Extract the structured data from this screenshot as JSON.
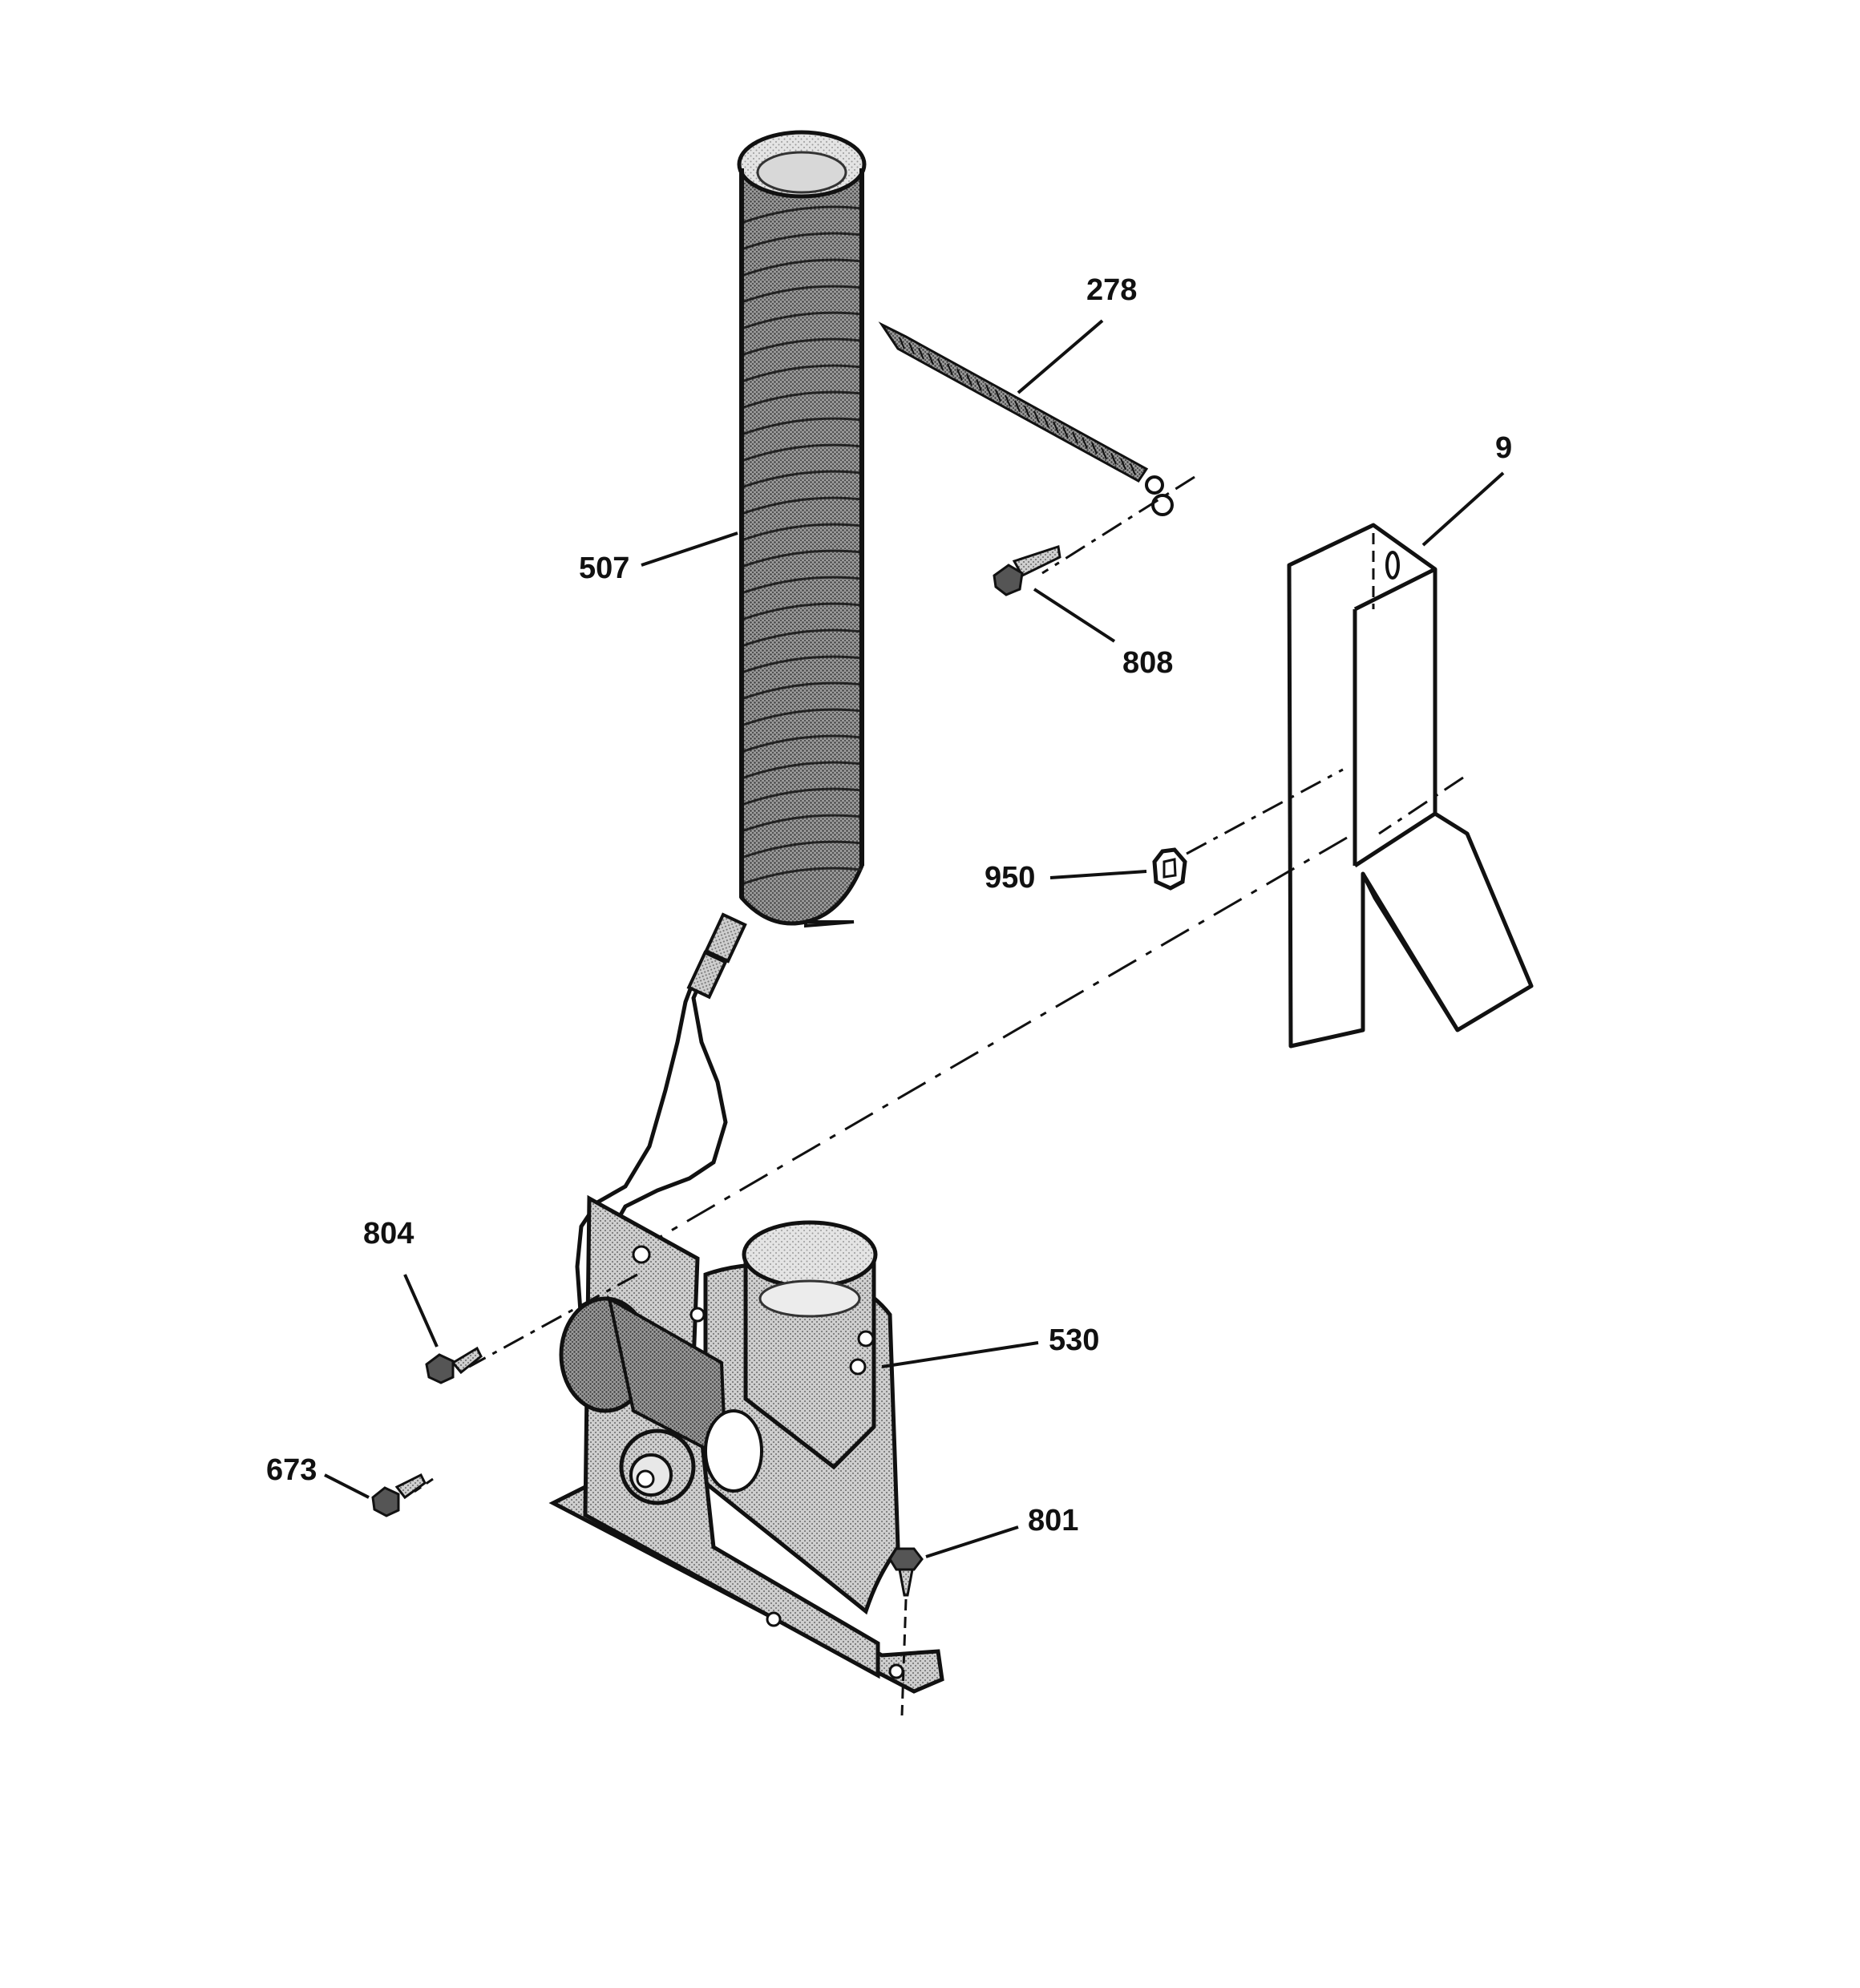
{
  "diagram": {
    "colors": {
      "ink": "#111111",
      "fill_dark": "#8f8f8f",
      "fill_mid": "#bdbdbd",
      "fill_light": "#d9d9d9",
      "paper": "#ffffff"
    },
    "callouts": [
      {
        "id": "278",
        "label": "278",
        "part": "wire tie"
      },
      {
        "id": "9",
        "label": "9",
        "part": "bracket"
      },
      {
        "id": "507",
        "label": "507",
        "part": "flexible duct"
      },
      {
        "id": "808",
        "label": "808",
        "part": "screw"
      },
      {
        "id": "950",
        "label": "950",
        "part": "clip"
      },
      {
        "id": "804",
        "label": "804",
        "part": "screw"
      },
      {
        "id": "530",
        "label": "530",
        "part": "blower assembly"
      },
      {
        "id": "673",
        "label": "673",
        "part": "screw"
      },
      {
        "id": "801",
        "label": "801",
        "part": "screw"
      }
    ]
  }
}
